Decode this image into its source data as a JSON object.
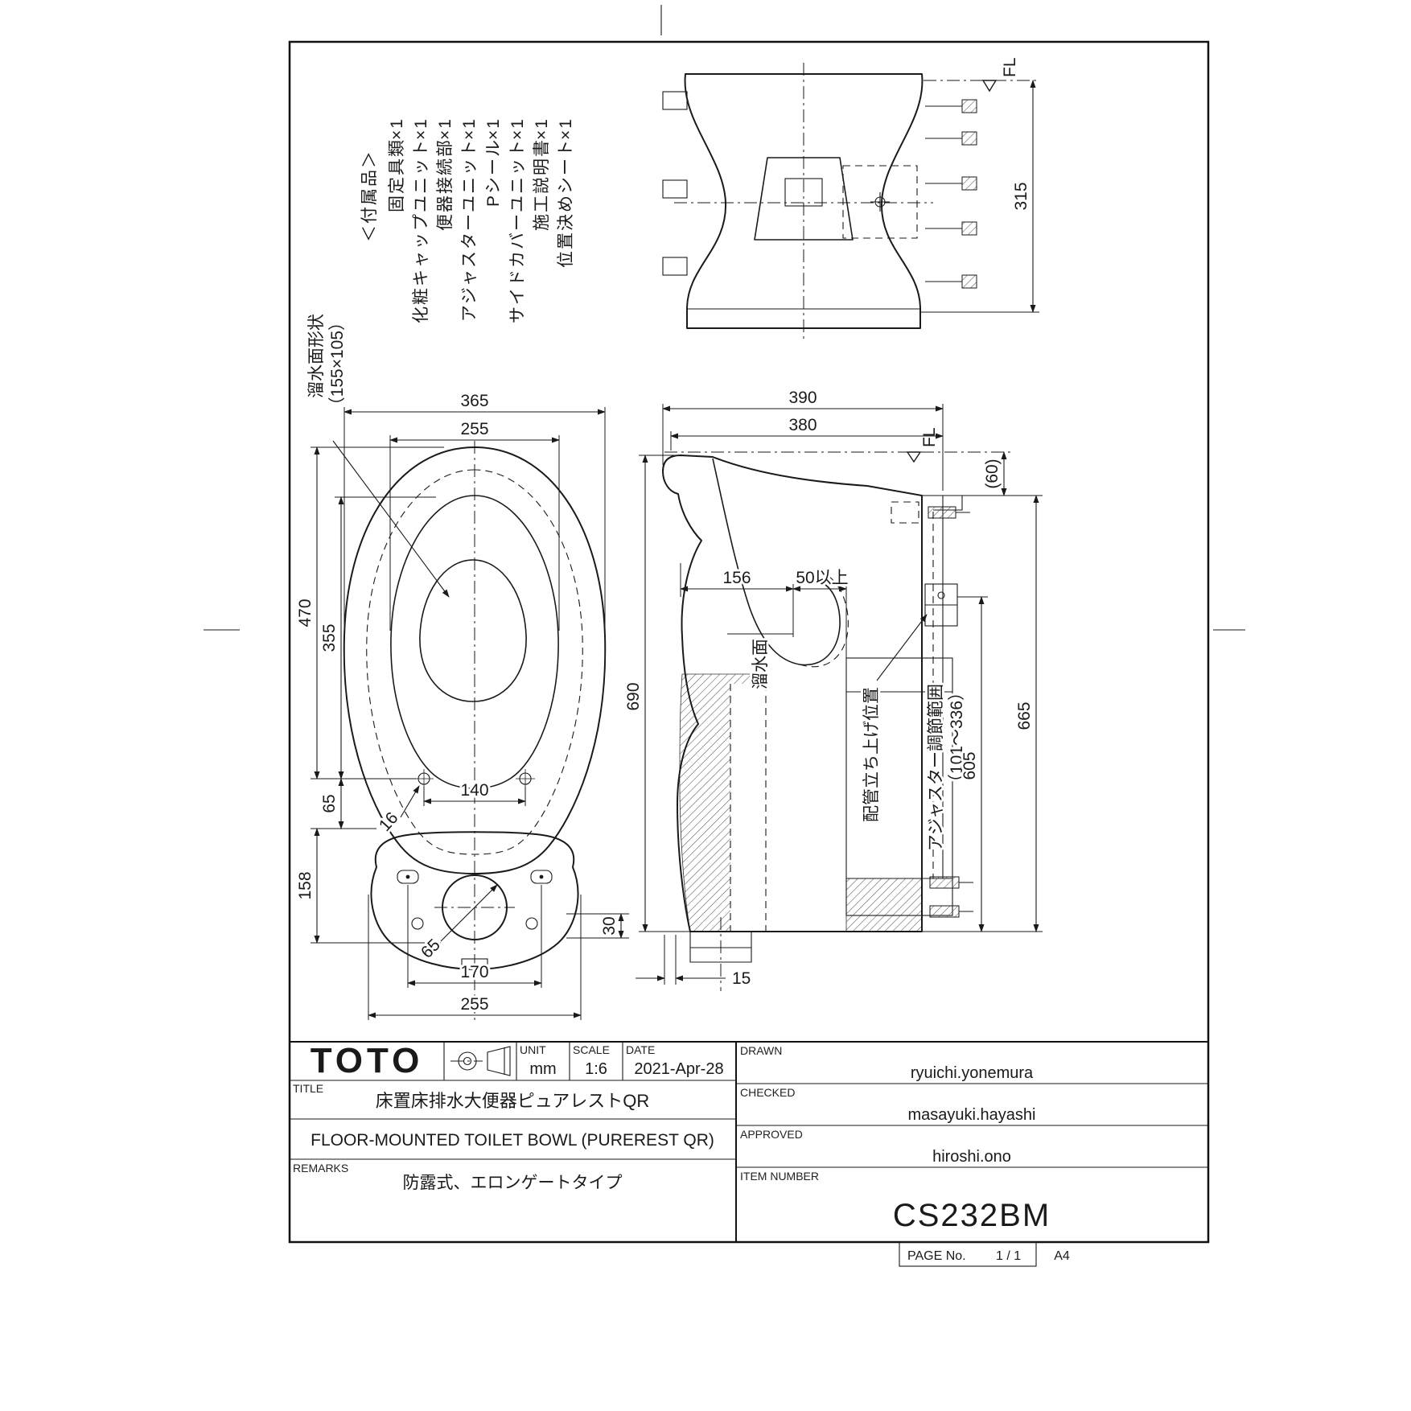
{
  "sheet": {
    "page_label": "PAGE No.",
    "page_value": "1 / 1",
    "paper_size": "A4"
  },
  "title_block": {
    "logo": "TOTO",
    "unit_label": "UNIT",
    "unit_value": "mm",
    "scale_label": "SCALE",
    "scale_value": "1:6",
    "date_label": "DATE",
    "date_value": "2021-Apr-28",
    "drawn_label": "DRAWN",
    "drawn_value": "ryuichi.yonemura",
    "checked_label": "CHECKED",
    "checked_value": "masayuki.hayashi",
    "approved_label": "APPROVED",
    "approved_value": "hiroshi.ono",
    "title_label": "TITLE",
    "title_jp": "床置床排水大便器ピュアレストQR",
    "title_en": "FLOOR-MOUNTED TOILET BOWL (PUREREST QR)",
    "remarks_label": "REMARKS",
    "remarks_value": "防露式、エロンゲートタイプ",
    "item_label": "ITEM NUMBER",
    "item_value": "CS232BM",
    "item_color": "#a6abb3"
  },
  "accessories": {
    "header": "＜付属品＞",
    "items": [
      {
        "name": "固定具類",
        "qty": "×1"
      },
      {
        "name": "化粧キャップユニット",
        "qty": "×1"
      },
      {
        "name": "便器接続部",
        "qty": "×1"
      },
      {
        "name": "アジャスターユニット",
        "qty": "×1"
      },
      {
        "name": "Pシール",
        "qty": "×1"
      },
      {
        "name": "サイドカバーユニット",
        "qty": "×1"
      },
      {
        "name": "施工説明書",
        "qty": "×1"
      },
      {
        "name": "位置決めシート",
        "qty": "×1"
      }
    ]
  },
  "plan_view": {
    "pool_shape_label": "溜水面形状",
    "pool_shape_dims": "（155×105）",
    "dim_width_outer": "365",
    "dim_width_inner": "255",
    "dim_length": "470",
    "dim_length_inner": "355",
    "dim_bolt_offset": "65",
    "dim_base": "158",
    "dim_hole": "16",
    "dim_hole_pitch": "140",
    "dim_drain": "65",
    "dim_base_pitch": "170",
    "dim_base_width": "255",
    "dim_notch": "30"
  },
  "rear_view": {
    "fl_label": "FL",
    "dim_height": "315"
  },
  "side_view": {
    "fl_label": "FL",
    "dim_depth_outer": "390",
    "dim_depth_inner": "380",
    "dim_rear_gap": "(60)",
    "dim_trap": "156",
    "dim_min_clearance": "50以上",
    "dim_height_total": "690",
    "dim_height_rear": "665",
    "dim_adjuster": "605",
    "dim_floor": "15",
    "label_water_surface": "溜水面",
    "label_pipe_rise": "配管立ち上げ位置",
    "label_adjuster_range": "アジャスター調節範囲",
    "label_adjuster_range2": "（101〜336）"
  }
}
